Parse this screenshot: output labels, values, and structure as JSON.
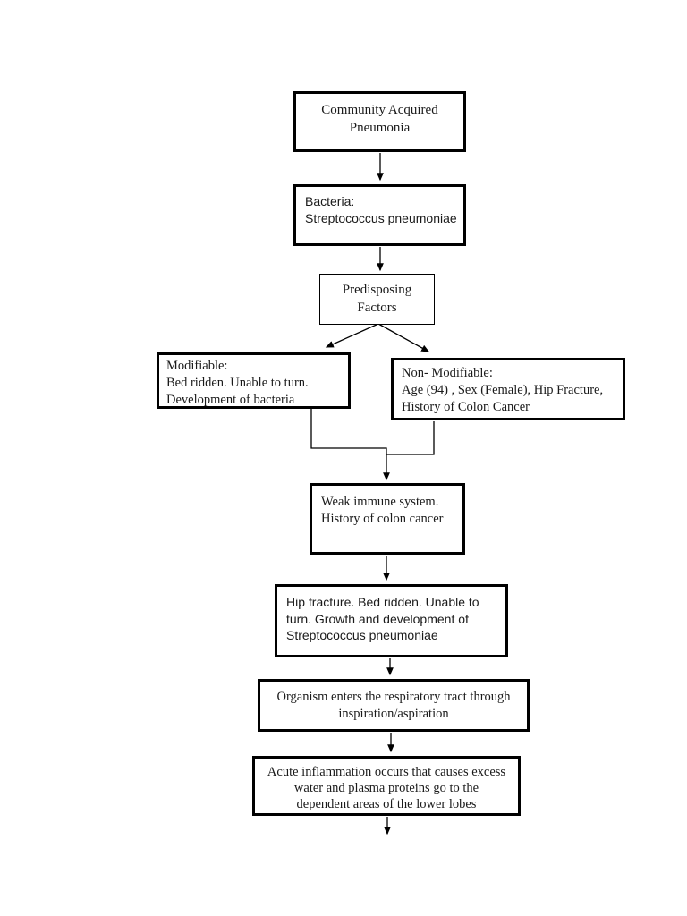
{
  "page": {
    "background": "#ffffff",
    "description": "Community Acquired Pneumonia pathophysiology flowchart"
  },
  "flowchart": {
    "colors": {
      "border": "#000000",
      "line": "#000000",
      "text": "#1a1a1a",
      "box_background": "#ffffff"
    },
    "boxes": [
      {
        "id": "community-acquired-pneumonia",
        "lines": [
          "Community Acquired",
          "Pneumonia"
        ]
      },
      {
        "id": "bacteria",
        "lines": [
          "Bacteria:",
          "Streptococcus pneumoniae"
        ]
      },
      {
        "id": "predisposing-factors",
        "lines": [
          "Predisposing",
          "Factors"
        ]
      },
      {
        "id": "modifiable",
        "lines": [
          "Modifiable:",
          "Bed ridden. Unable to turn.",
          "Development of bacteria"
        ]
      },
      {
        "id": "non-modifiable",
        "lines": [
          "Non- Modifiable:",
          "Age (94) , Sex (Female), Hip Fracture,",
          "History of Colon Cancer"
        ]
      },
      {
        "id": "weak-immune-system",
        "lines": [
          "Weak immune system.",
          "History of colon cancer"
        ]
      },
      {
        "id": "hip-fracture",
        "lines": [
          "Hip fracture. Bed ridden. Unable to",
          "turn. Growth and development of",
          "Streptococcus pneumoniae"
        ]
      },
      {
        "id": "organism-enters",
        "lines": [
          "Organism enters the respiratory tract through",
          "inspiration/aspiration"
        ]
      },
      {
        "id": "acute-inflammation",
        "lines": [
          "Acute inflammation occurs that causes excess",
          "water and plasma proteins go to the",
          "dependent areas of the lower lobes"
        ]
      }
    ]
  }
}
